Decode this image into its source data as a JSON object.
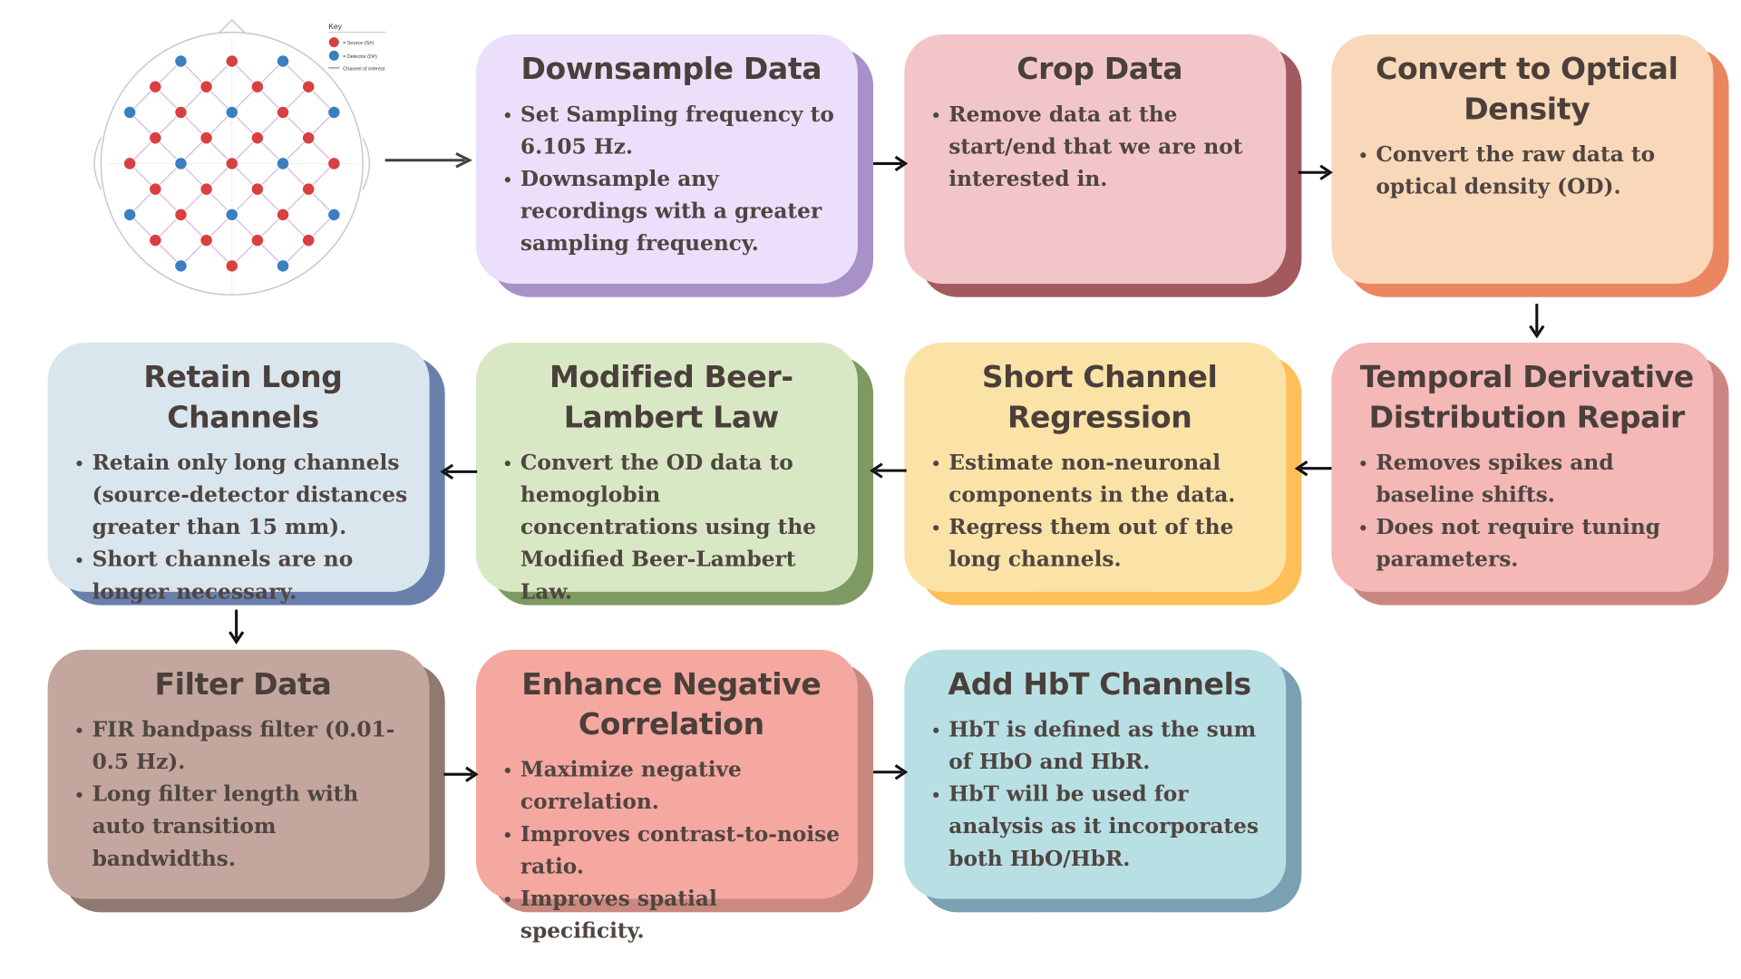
{
  "colors": {
    "text": "#4a3f3a",
    "arrow": "#111111",
    "source": "#d94040",
    "detector": "#3a7fc0",
    "channel": "#b06ac8"
  },
  "montage": {
    "key_title": "Key",
    "key_items": [
      {
        "label": "= Source (S#)",
        "color": "#d94040"
      },
      {
        "label": "= Detector (D#)",
        "color": "#3a7fc0"
      },
      {
        "label": "Channel of interest",
        "color": "#b06ac8"
      }
    ]
  },
  "steps": [
    {
      "id": "downsample",
      "title": "Downsample Data",
      "bullets": [
        "Set Sampling frequency to 6.105 Hz.",
        "Downsample any recordings with a greater sampling frequency."
      ],
      "bg": "#ebdffb",
      "shadow": "#a891c6"
    },
    {
      "id": "crop",
      "title": "Crop Data",
      "bullets": [
        "Remove data at the start/end that we are not interested in."
      ],
      "bg": "#f2c6c8",
      "shadow": "#a25a5e"
    },
    {
      "id": "optical-density",
      "title": "Convert to Optical Density",
      "bullets": [
        "Convert the raw data to optical density (OD)."
      ],
      "bg": "#f8d8b8",
      "shadow": "#ea8560"
    },
    {
      "id": "tddr",
      "title": "Temporal Derivative Distribution Repair",
      "bullets": [
        "Removes spikes and baseline shifts.",
        "Does not require tuning parameters."
      ],
      "bg": "#f4b8b6",
      "shadow": "#cc8682"
    },
    {
      "id": "short-channel",
      "title": "Short Channel Regression",
      "bullets": [
        "Estimate non-neuronal components in the data.",
        "Regress them out of the long channels."
      ],
      "bg": "#fbe3a8",
      "shadow": "#ffc05a"
    },
    {
      "id": "beer-lambert",
      "title": "Modified Beer-Lambert Law",
      "bullets": [
        "Convert the OD data to hemoglobin concentrations using the Modified Beer-Lambert Law."
      ],
      "bg": "#d8e8c4",
      "shadow": "#7e9a62"
    },
    {
      "id": "long-channels",
      "title": "Retain Long Channels",
      "bullets": [
        "Retain only long channels (source-detector distances greater than 15 mm).",
        "Short channels are no longer necessary."
      ],
      "bg": "#dae6ee",
      "shadow": "#6a80ac"
    },
    {
      "id": "filter",
      "title": "Filter Data",
      "bullets": [
        "FIR bandpass filter (0.01-0.5 Hz).",
        "Long filter length with auto transitiom bandwidths."
      ],
      "bg": "#c3a69d",
      "shadow": "#8e7a70"
    },
    {
      "id": "negative-correlation",
      "title": "Enhance Negative Correlation",
      "bullets": [
        "Maximize negative correlation.",
        "Improves contrast-to-noise ratio.",
        "Improves spatial specificity."
      ],
      "bg": "#f4a8a0",
      "shadow": "#c98880"
    },
    {
      "id": "hbt",
      "title": "Add HbT Channels",
      "bullets": [
        "HbT is defined as the sum of HbO and HbR.",
        "HbT will be used for analysis as it incorporates both HbO/HbR."
      ],
      "bg": "#b8e0e4",
      "shadow": "#7aa0b2"
    }
  ]
}
